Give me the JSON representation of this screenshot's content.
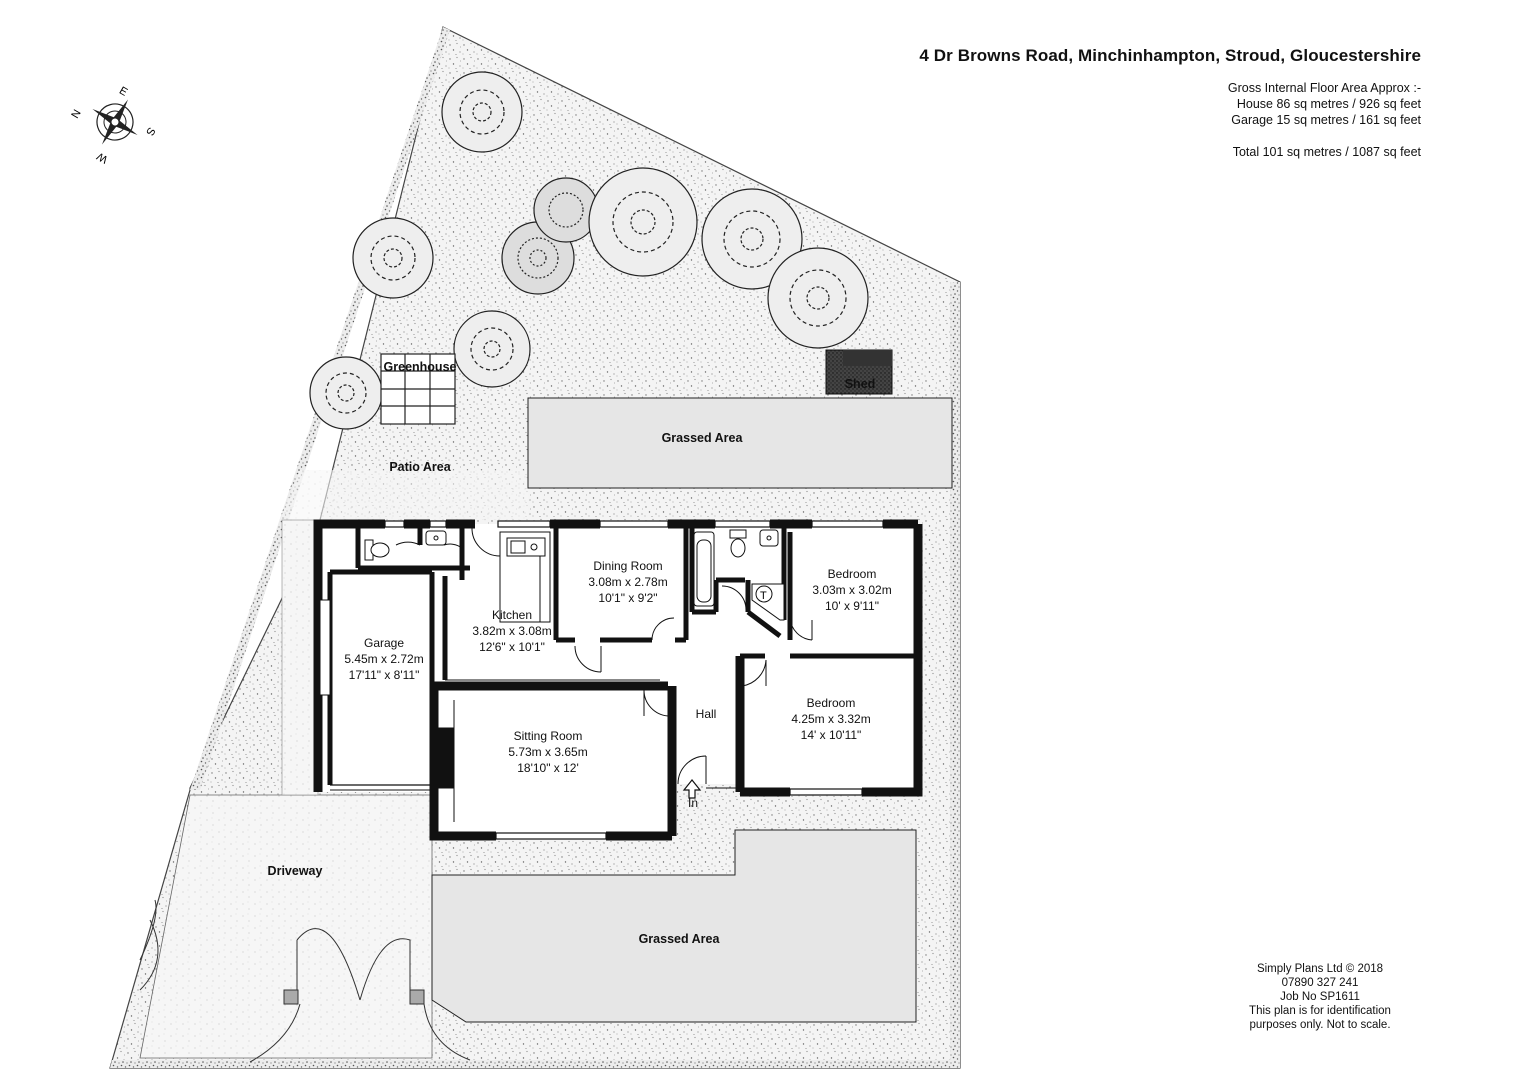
{
  "header": {
    "address": "4 Dr Browns Road, Minchinhampton, Stroud, Gloucestershire",
    "area_heading": "Gross Internal Floor Area Approx :-",
    "house_area": "House 86 sq metres / 926 sq feet",
    "garage_area": "Garage 15 sq metres / 161 sq feet",
    "total_area": "Total 101 sq metres / 1087 sq feet"
  },
  "compass": {
    "n": "N",
    "e": "E",
    "s": "S",
    "w": "W"
  },
  "outdoor": {
    "greenhouse": "Greenhouse",
    "shed": "Shed",
    "grassed_top": "Grassed Area",
    "patio": "Patio Area",
    "driveway": "Driveway",
    "grassed_bottom": "Grassed Area",
    "entrance": "In"
  },
  "rooms": {
    "dining": {
      "name": "Dining Room",
      "metric": "3.08m x 2.78m",
      "imperial": "10'1\" x 9'2\""
    },
    "bedroom1": {
      "name": "Bedroom",
      "metric": "3.03m x 3.02m",
      "imperial": "10' x 9'11\""
    },
    "kitchen": {
      "name": "Kitchen",
      "metric": "3.82m x 3.08m",
      "imperial": "12'6\" x 10'1\""
    },
    "garage": {
      "name": "Garage",
      "metric": "5.45m x 2.72m",
      "imperial": "17'11\" x 8'11\""
    },
    "hall": {
      "name": "Hall"
    },
    "bedroom2": {
      "name": "Bedroom",
      "metric": "4.25m x 3.32m",
      "imperial": "14' x 10'11\""
    },
    "sitting": {
      "name": "Sitting Room",
      "metric": "5.73m x 3.65m",
      "imperial": "18'10\" x 12'"
    }
  },
  "fixtures": {
    "cylinder_label": "T"
  },
  "footer": {
    "line1": "Simply Plans Ltd © 2018",
    "line2": "07890 327 241",
    "line3": "Job No SP1611",
    "line4": "This plan is for identification",
    "line5": "purposes only. Not to scale."
  }
}
